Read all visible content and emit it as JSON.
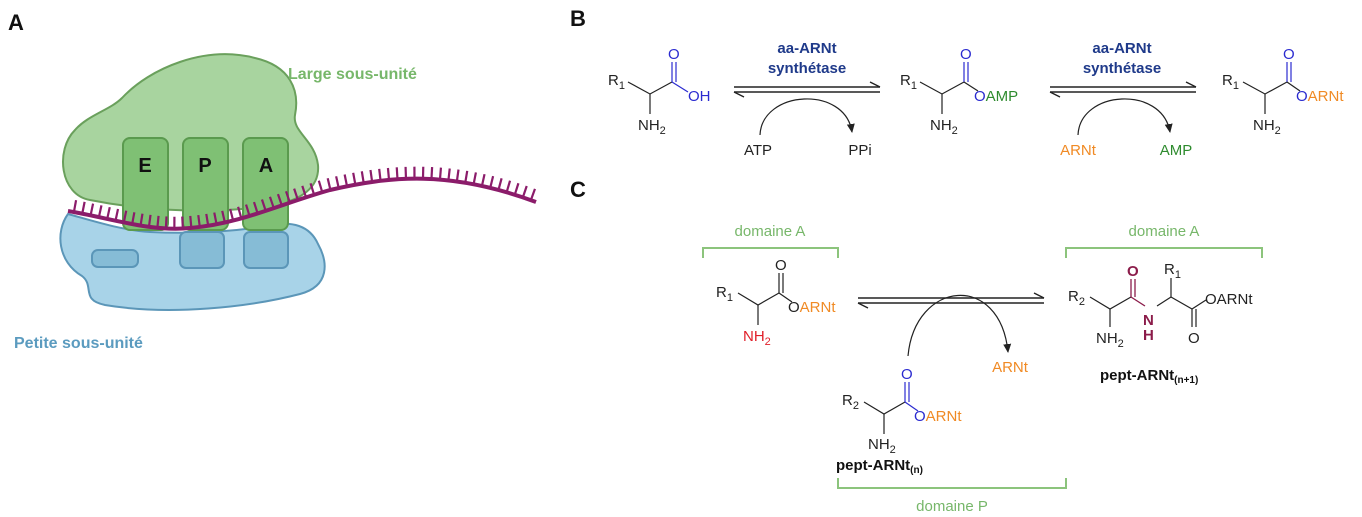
{
  "panels": {
    "a": "A",
    "b": "B",
    "c": "C"
  },
  "ribosome": {
    "large_label": "Large sous-unité",
    "small_label": "Petite sous-unité",
    "sites": [
      "E",
      "P",
      "A"
    ]
  },
  "reaction_b": {
    "enzyme_line1": "aa-ARNt",
    "enzyme_line2": "synthétase",
    "atp": "ATP",
    "ppi": "PPi",
    "arnt": "ARNt",
    "amp": "AMP"
  },
  "reaction_c": {
    "domain_a": "domaine A",
    "domain_p": "domaine P",
    "released": "ARNt",
    "product_label": "pept-ARNt",
    "product_sub": "(n+1)",
    "donor_label": "pept-ARNt",
    "donor_sub": "(n)"
  },
  "chem": {
    "r1": "R",
    "r2": "R",
    "sub1": "1",
    "sub2": "2",
    "o": "O",
    "oh": "OH",
    "o_link": "O",
    "amp": "AMP",
    "arnt": "ARNt",
    "oarnt": "OARNt",
    "nh": "NH",
    "nh2_sub": "2",
    "h": "H",
    "n": "N"
  },
  "colors": {
    "green_label": "#77b76a",
    "blue_label": "#5b9bbf",
    "large_fill": "#a8d49f",
    "large_stroke": "#6aa05c",
    "site_fill": "#7fc074",
    "small_fill": "#a8d3e8",
    "small_stroke": "#5b96b8",
    "mrna": "#8b1c6a",
    "enzyme": "#1f3a8a",
    "oxygen_blue": "#2b2bd0",
    "amp_green": "#2e8b2e",
    "arnt_orange": "#f08a24",
    "amine_red": "#e0202a",
    "amide_purple": "#8b1c4a",
    "bracket": "#8cc47c"
  }
}
